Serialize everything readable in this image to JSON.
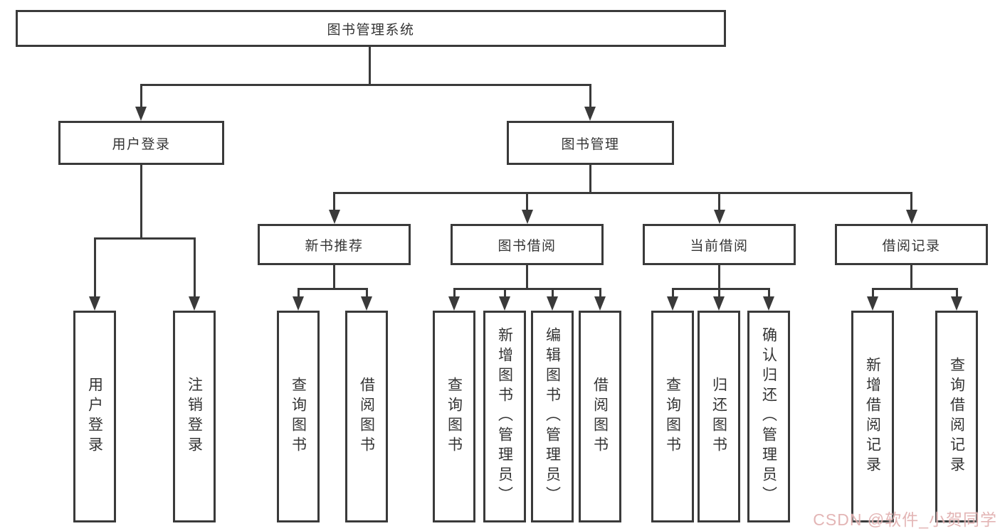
{
  "diagram": {
    "root": "图书管理系统",
    "level2": [
      {
        "label": "用户登录",
        "children": [
          "用户登录",
          "注销登录"
        ]
      },
      {
        "label": "图书管理",
        "children": [
          {
            "label": "新书推荐",
            "children": [
              "查询图书",
              "借阅图书"
            ]
          },
          {
            "label": "图书借阅",
            "children": [
              "查询图书",
              "新增图书（管理员）",
              "编辑图书（管理员）",
              "借阅图书"
            ]
          },
          {
            "label": "当前借阅",
            "children": [
              "查询图书",
              "归还图书",
              "确认归还（管理员）"
            ]
          },
          {
            "label": "借阅记录",
            "children": [
              "新增借阅记录",
              "查询借阅记录"
            ]
          }
        ]
      }
    ]
  },
  "watermark": {
    "text": "CSDN @软件_小贺同学",
    "color": "#dea8a8"
  },
  "colors": {
    "line": "#3a3a3a",
    "box_fill": "#ffffff",
    "background": "#ffffff"
  }
}
